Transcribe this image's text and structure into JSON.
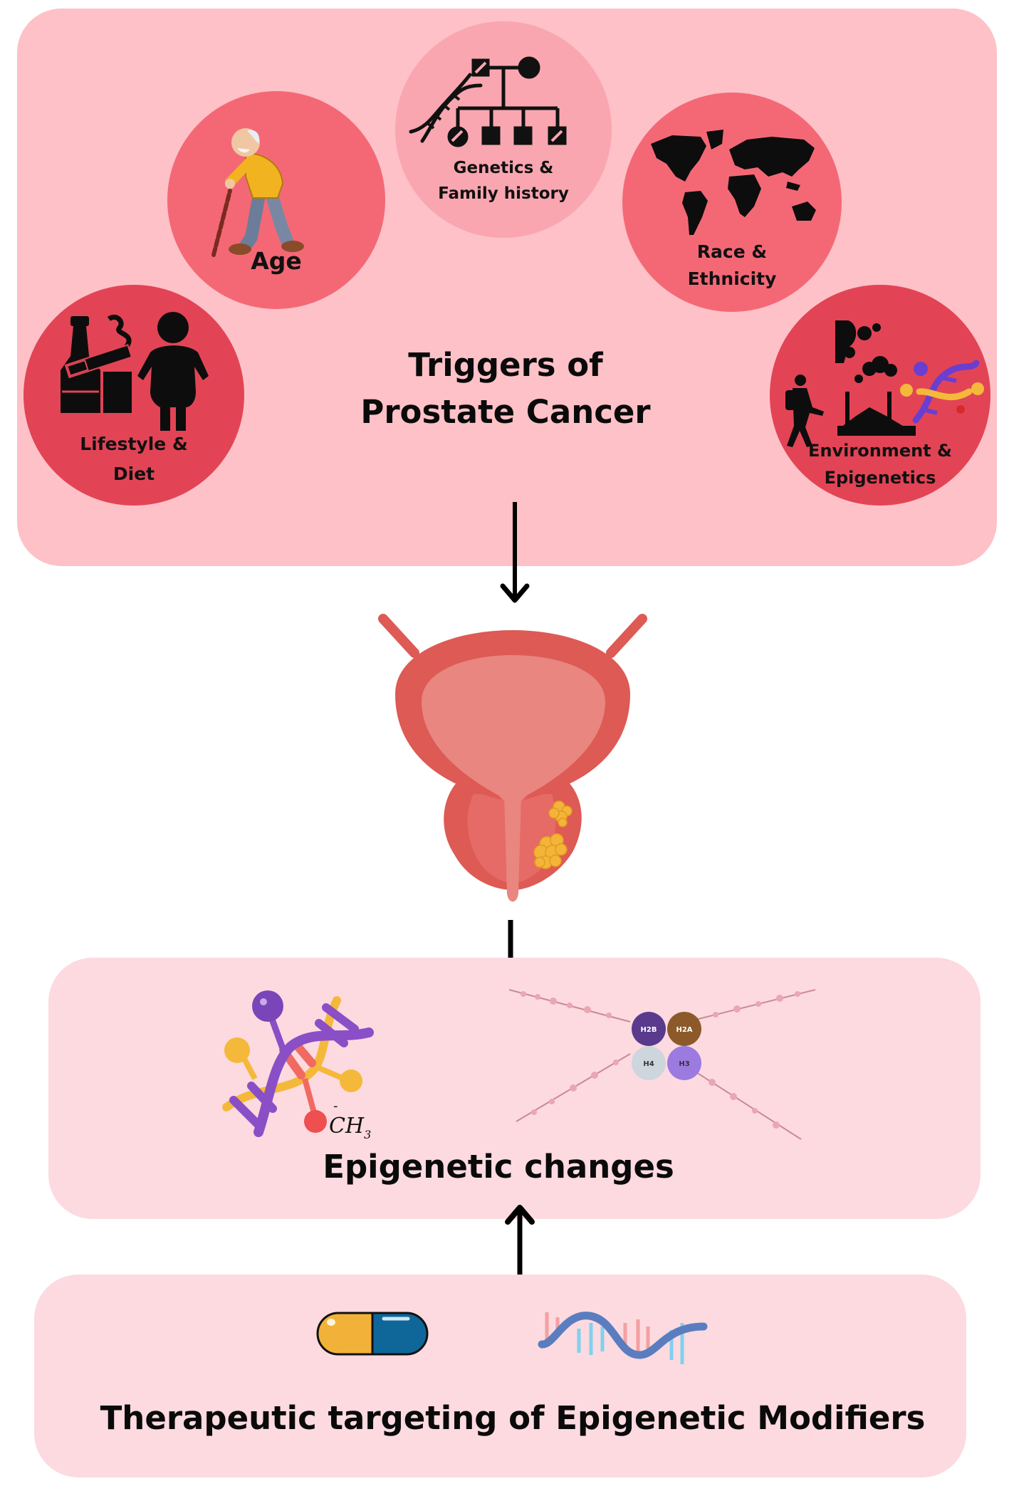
{
  "diagram": {
    "triggers_panel": {
      "title_line1": "Triggers of",
      "title_line2": "Prostate Cancer",
      "factors": [
        {
          "id": "genetics",
          "line1": "Genetics  &",
          "line2": "Family history",
          "icon": "dna-pedigree-icon",
          "color": "#f9a6b0"
        },
        {
          "id": "age",
          "line1": "Age",
          "line2": "",
          "icon": "elderly-man-icon",
          "color": "#f46876"
        },
        {
          "id": "race",
          "line1": "Race &",
          "line2": "Ethnicity",
          "icon": "world-map-icon",
          "color": "#f46876"
        },
        {
          "id": "lifestyle",
          "line1": "Lifestyle &",
          "line2": "Diet",
          "icon": "alcohol-smoking-obesity-icon",
          "color": "#e24455"
        },
        {
          "id": "environment",
          "line1": "Environment &",
          "line2": "Epigenetics",
          "icon": "pollution-dna-icon",
          "color": "#e24455"
        }
      ],
      "background": "#fdc1c7"
    },
    "organ": {
      "name": "prostate-bladder-with-tumor",
      "tumor_color": "#f5b73a",
      "tissue_color": "#de5a56"
    },
    "epigenetic_panel": {
      "title": "Epigenetic changes",
      "methyl_label": "CH",
      "methyl_sub": "3",
      "methyl_sup": "-",
      "histones": [
        "H2B",
        "H2A",
        "H4",
        "H3"
      ],
      "background": "#fcdae0"
    },
    "therapy_panel": {
      "title": "Therapeutic targeting of Epigenetic Modifiers",
      "icons": [
        "capsule-icon",
        "rna-strand-icon"
      ],
      "background": "#fcdae0"
    },
    "arrows": [
      {
        "from": "triggers",
        "to": "organ",
        "direction": "down"
      },
      {
        "from": "organ",
        "to": "epigenetic changes",
        "direction": "down"
      },
      {
        "from": "therapy",
        "to": "epigenetic changes",
        "direction": "up"
      }
    ]
  }
}
